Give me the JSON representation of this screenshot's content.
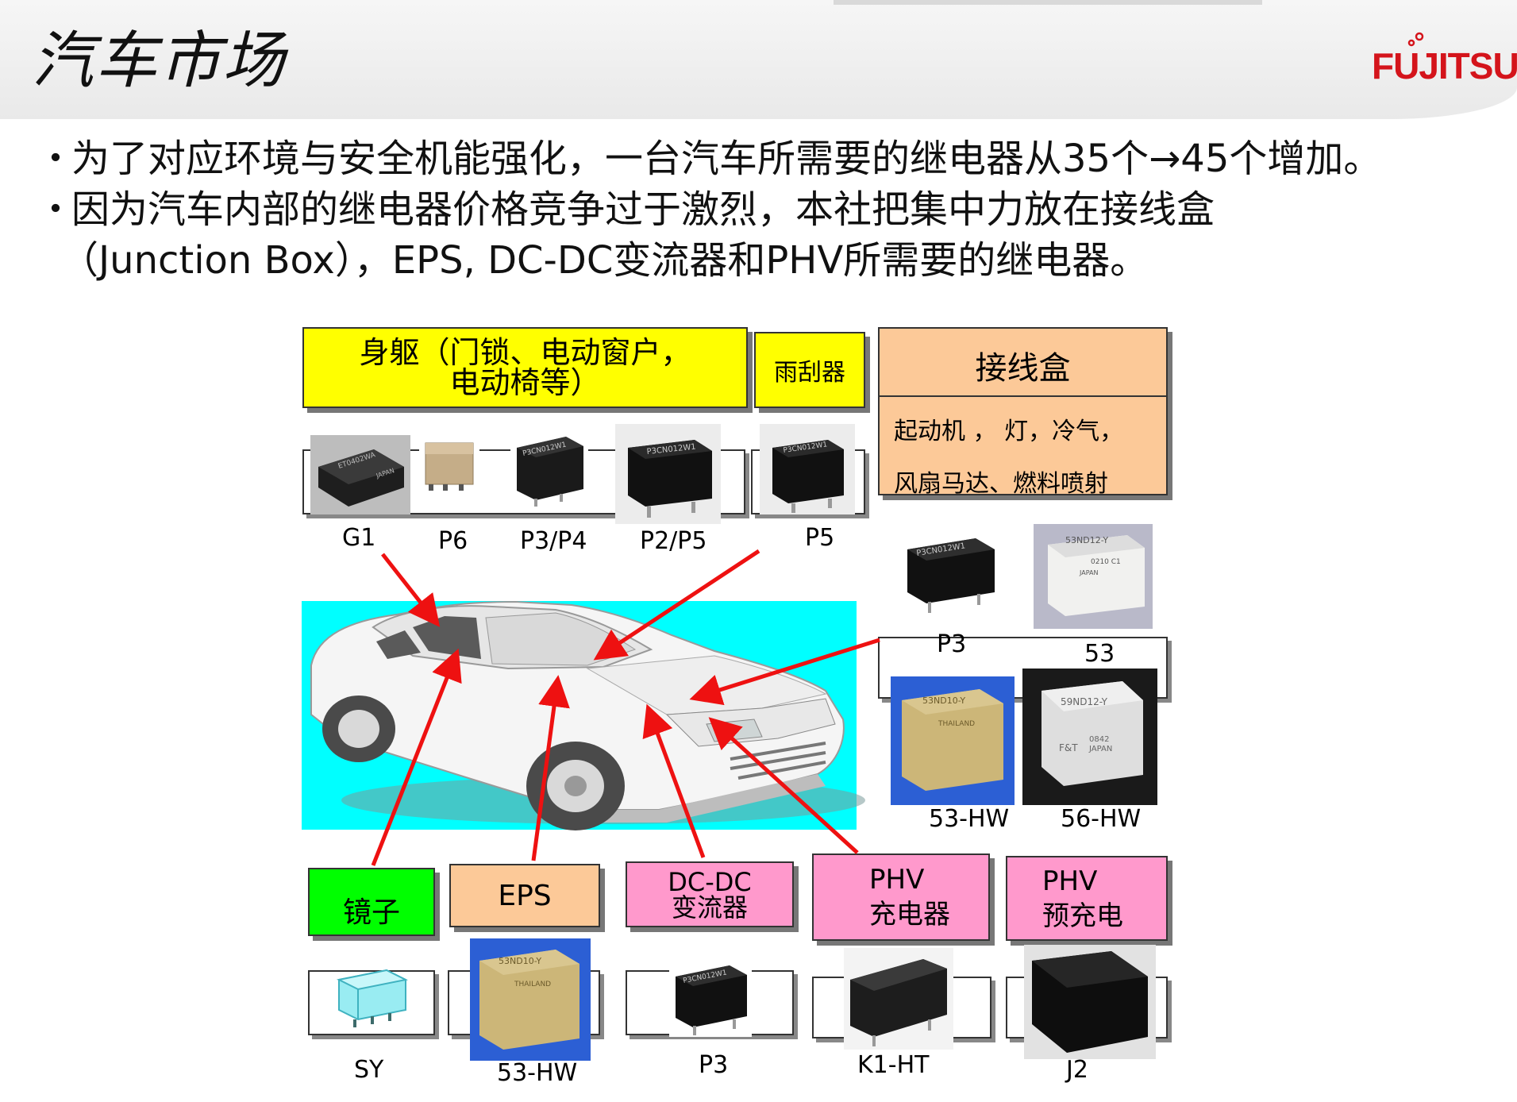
{
  "title": "汽车市场",
  "logo": "FUJITSU",
  "bullets": [
    "为了对应环境与安全机能强化，一台汽车所需要的继电器从35个→45个增加。",
    "因为汽车内部的继电器价格竞争过于激烈，本社把集中力放在接线盒",
    "（Junction Box），EPS, DC-DC变流器和PHV所需要的继电器。"
  ],
  "bullet_mark": "・",
  "categories": {
    "body": {
      "line1": "身躯（门锁、电动窗户，",
      "line2": "电动椅等）"
    },
    "wiper": "雨刮器",
    "junction": {
      "title": "接线盒",
      "line1": "起动机 ， 灯，冷气，",
      "line2": "风扇马达、燃料喷射"
    },
    "mirror": "镜子",
    "eps": "EPS",
    "dcdc": {
      "line1": "DC-DC",
      "line2": "变流器"
    },
    "phv_charger": {
      "line1": "PHV",
      "line2": "充电器"
    },
    "phv_precharge": {
      "line1": "PHV",
      "line2": "预充电"
    }
  },
  "relay_labels": {
    "g1": "G1",
    "p6": "P6",
    "p3p4": "P3/P4",
    "p2p5": "P2/P5",
    "p5": "P5",
    "jb_p3": "P3",
    "jb_53": "53",
    "jb_53hw": "53-HW",
    "jb_56hw": "56-HW",
    "sy": "SY",
    "eps_53hw": "53-HW",
    "dc_p3": "P3",
    "k1ht": "K1-HT",
    "j2": "J2"
  },
  "relay_markings": {
    "g1": "ET0402WA",
    "p3": "P3CN012W1",
    "p2p5": "P3CN012W1",
    "r53": "53ND12-Y",
    "r53_code": "0210 C1",
    "r53hw": "53ND10-Y",
    "r56hw": "59ND12-Y",
    "r56_code": "0842",
    "japan": "JAPAN",
    "thailand": "THAILAND",
    "ft": "F&T"
  },
  "colors": {
    "yellow": "#ffff00",
    "orange": "#fcc998",
    "green": "#00ff00",
    "pink": "#ff99cc",
    "arrow": "#ee1111",
    "sky": "#00ffff",
    "logo": "#d4141b"
  }
}
